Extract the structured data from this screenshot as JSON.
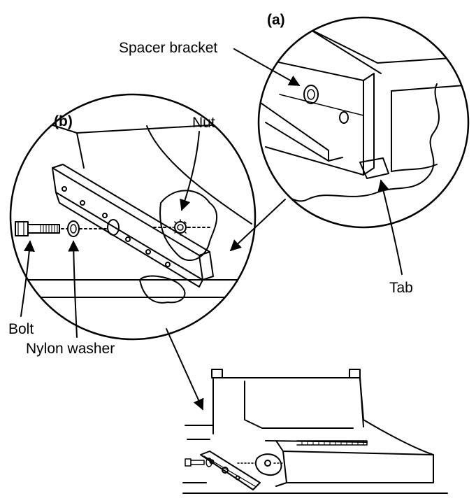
{
  "labels": {
    "panel_a": "(a)",
    "panel_b": "(b)",
    "spacer_bracket": "Spacer bracket",
    "nut": "Nut",
    "tab": "Tab",
    "bolt": "Bolt",
    "nylon_washer": "Nylon washer"
  },
  "colors": {
    "line": "#000000",
    "background": "#ffffff"
  }
}
